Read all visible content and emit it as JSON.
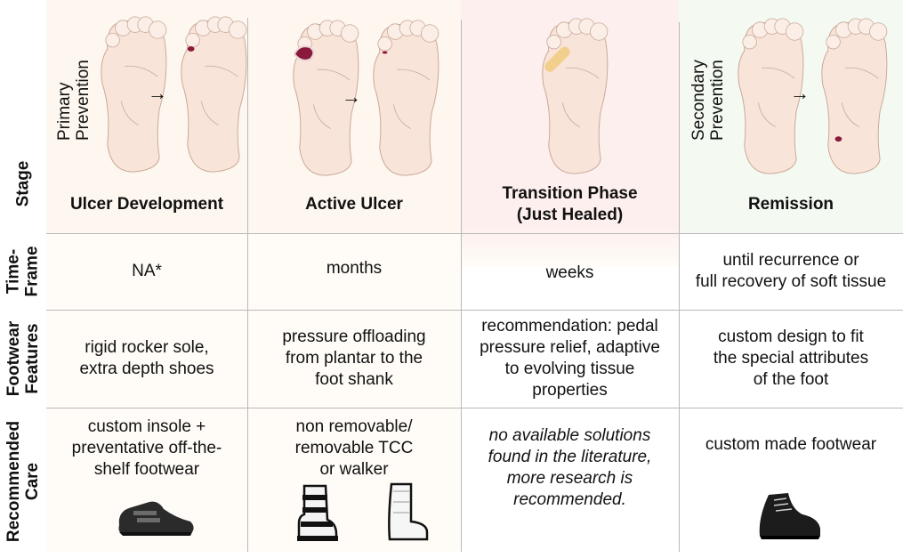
{
  "row_labels": {
    "stage": "Stage",
    "timeframe": "Time-\nFrame",
    "footwear": "Footwear\nFeatures",
    "care": "Recommended\nCare"
  },
  "prevention": {
    "primary": "Primary\nPrevention",
    "secondary": "Secondary\nPrevention"
  },
  "columns": [
    {
      "stage": "Ulcer Development",
      "timeframe": "NA*",
      "footwear": "rigid rocker sole,\nextra depth shoes",
      "care": "custom insole +\npreventative off-the-\nshelf footwear"
    },
    {
      "stage": "Active Ulcer",
      "timeframe": "months",
      "footwear": "pressure offloading\nfrom plantar to the\nfoot shank",
      "care": "non removable/\nremovable TCC\nor walker"
    },
    {
      "stage": "Transition Phase\n(Just Healed)",
      "timeframe": "weeks",
      "footwear": "recommendation: pedal\npressure relief, adaptive\nto evolving tissue\nproperties",
      "care": "no available solutions\nfound in the literature,\nmore research is\nrecommended."
    },
    {
      "stage": "Remission",
      "timeframe": "until recurrence or\nfull recovery of soft tissue",
      "footwear": "custom design to fit\nthe special attributes\nof the foot",
      "care": "custom made footwear"
    }
  ],
  "colors": {
    "col1_bg": "#fdf7ef",
    "col3_bg": "#fdefed",
    "col4_bg": "#f4faf2",
    "skin": "#f8e4d8",
    "ulcer": "#8a1a3c",
    "bandage": "#f3cf8e"
  }
}
